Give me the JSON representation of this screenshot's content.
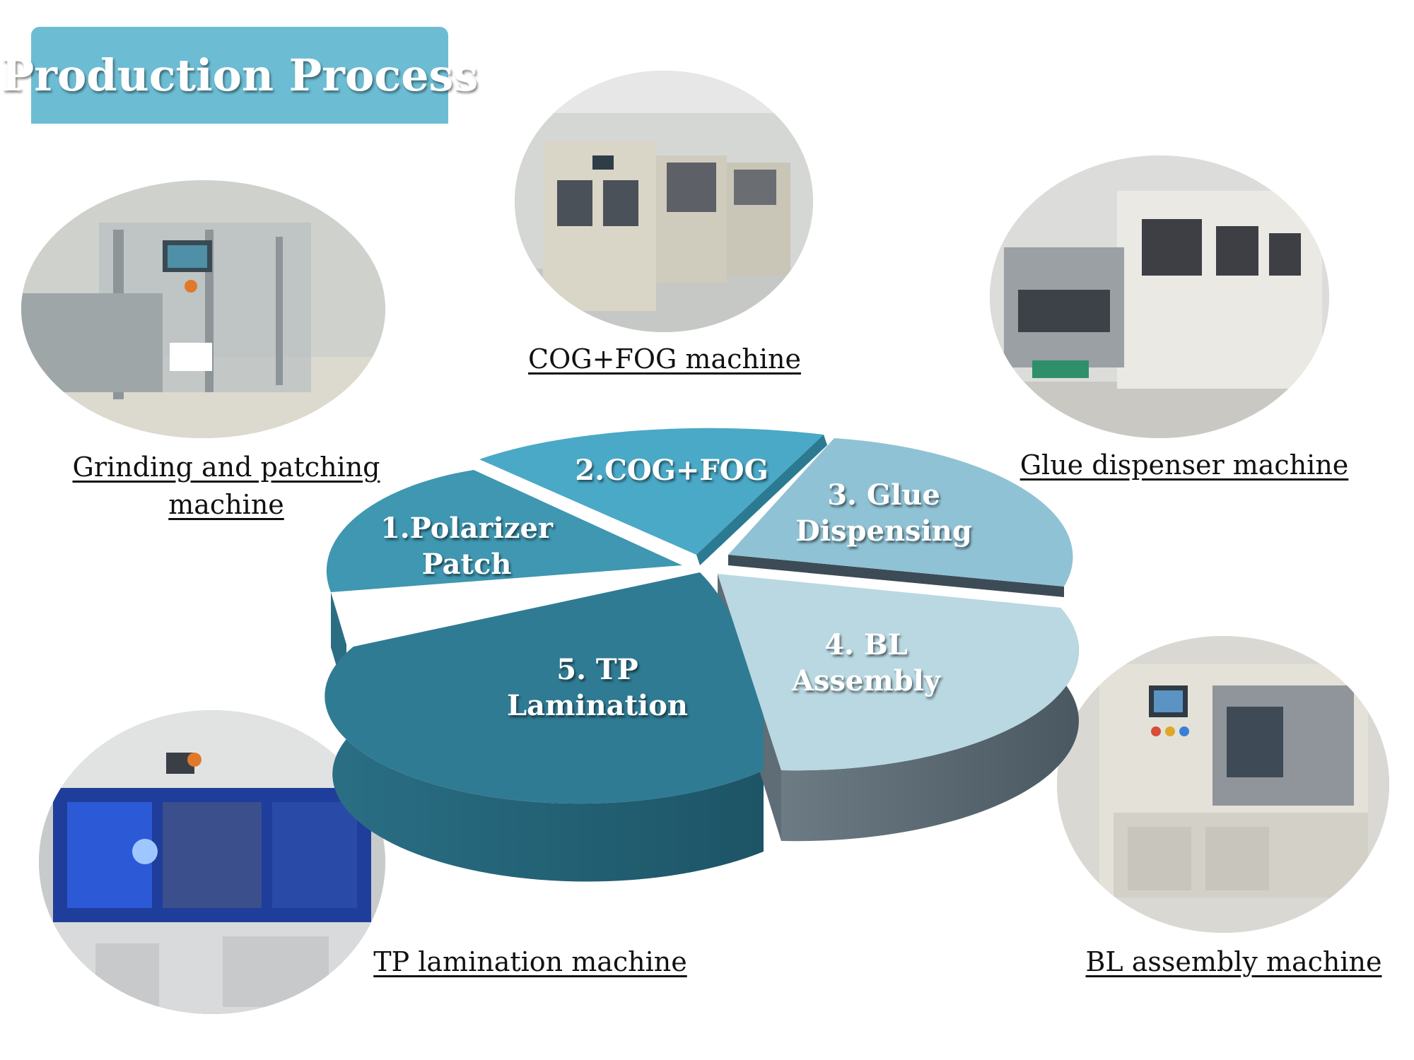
{
  "title": "Production Process",
  "steps": [
    {
      "line1": "1.Polarizer",
      "line2": "Patch"
    },
    {
      "line1": "2.COG+FOG"
    },
    {
      "line1": "3. Glue",
      "line2": "Dispensing"
    },
    {
      "line1": "4. BL",
      "line2": "Assembly"
    },
    {
      "line1": "5. TP",
      "line2": "Lamination"
    }
  ],
  "machines": {
    "grinding": {
      "line1": "Grinding and patching",
      "line2": "machine"
    },
    "cog": "COG+FOG machine",
    "glue": "Glue dispenser machine",
    "tp": "TP lamination machine",
    "bl": "BL assembly machine"
  },
  "colors": {
    "title_bg": "#6cbdd3",
    "slice_1": "#3f97b1",
    "slice_2": "#4aa9c6",
    "slice_3": "#8fc2d4",
    "slice_4": "#b9d8e2",
    "slice_5": "#2f7b93"
  }
}
